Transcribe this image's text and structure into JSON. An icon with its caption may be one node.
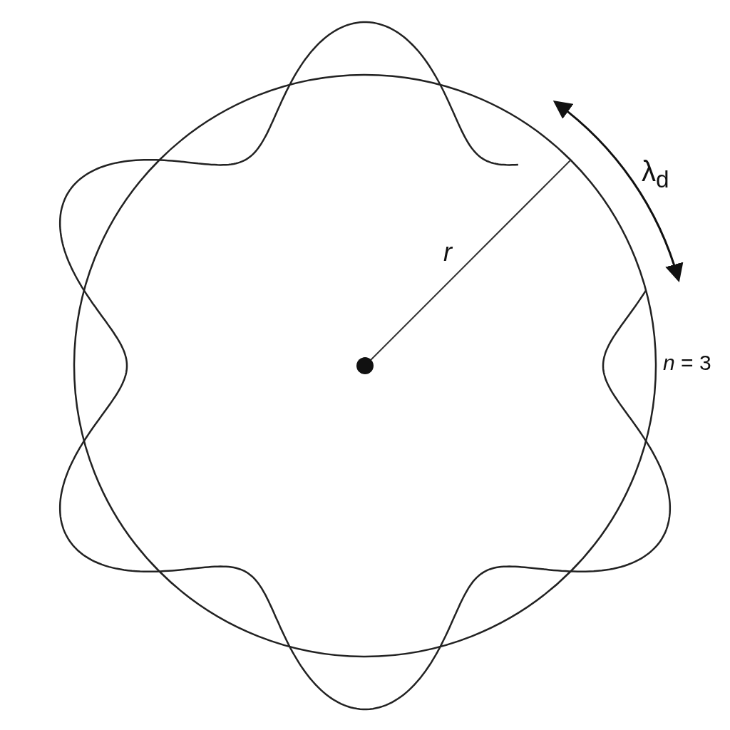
{
  "diagram": {
    "labels": [
      "λ$_{d}$",
      "r",
      "*n* = 3"
    ]
  }
}
